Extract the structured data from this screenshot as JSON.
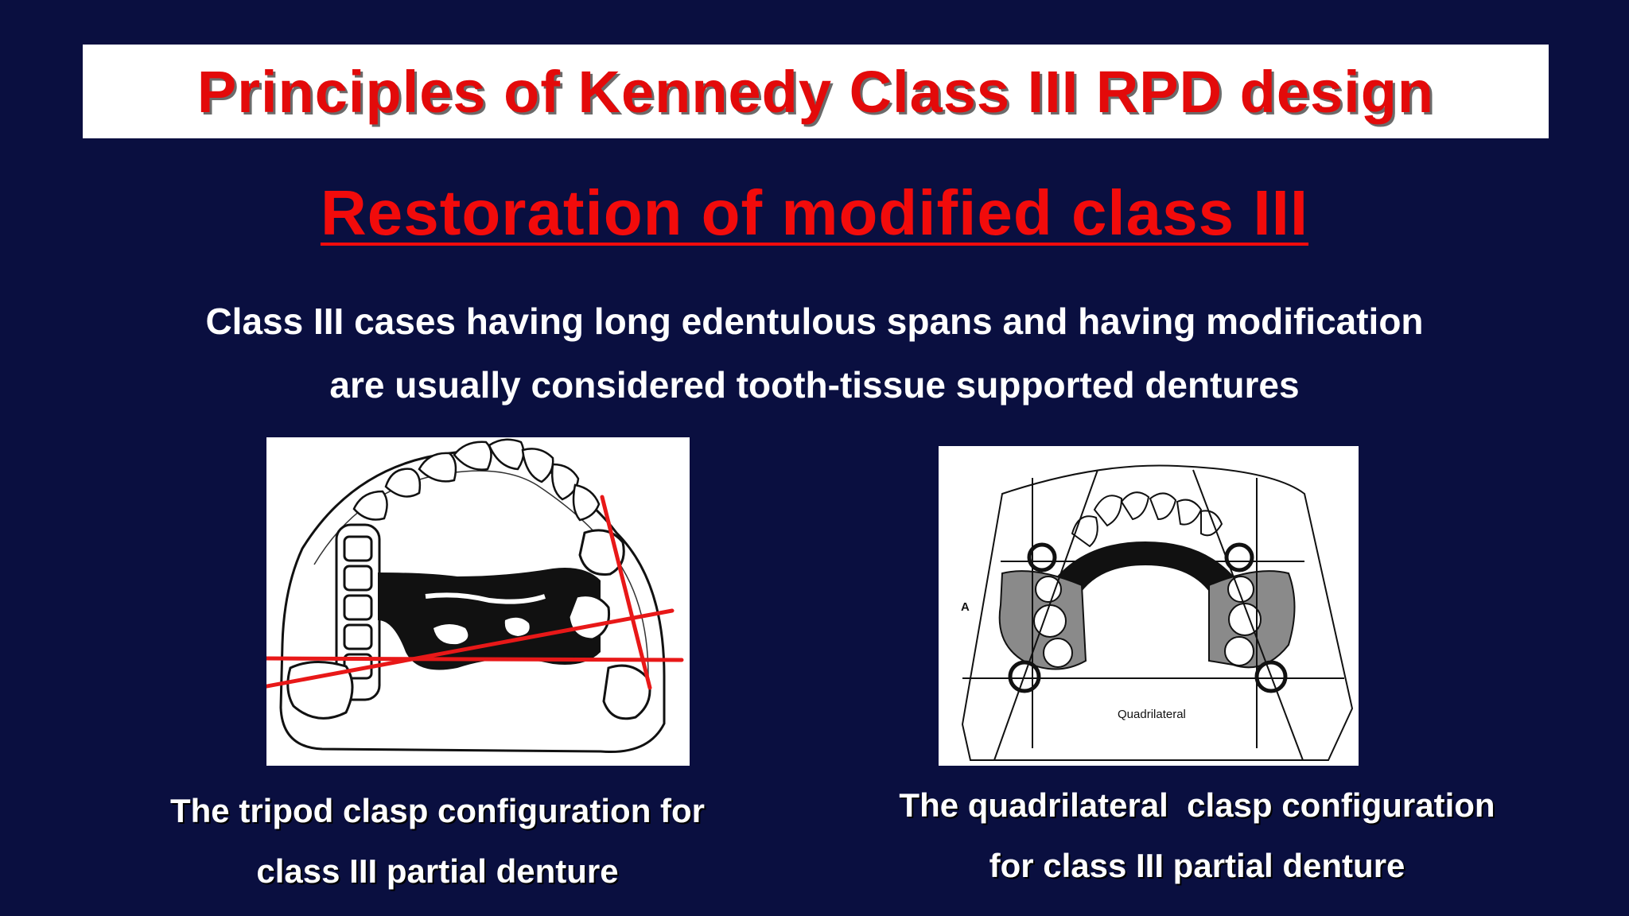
{
  "slide": {
    "title": "Principles of Kennedy Class III RPD design",
    "subtitle": "Restoration of modified class III",
    "body_lines": [
      "Class III cases having long edentulous spans and having modification",
      "are usually considered tooth-tissue supported dentures"
    ],
    "figures": [
      {
        "caption_lines": [
          "The tripod clasp configuration for",
          "class III partial denture"
        ]
      },
      {
        "figure_letter": "A",
        "diagram_label": "Quadrilateral",
        "caption_lines": [
          "The quadrilateral  clasp configuration",
          "for class III partial denture"
        ]
      }
    ]
  },
  "colors": {
    "background": "#0a0f40",
    "title_red": "#e30a0a",
    "subtitle_red": "#f20b0b",
    "text_white": "#ffffff",
    "line_red": "#e81818"
  }
}
